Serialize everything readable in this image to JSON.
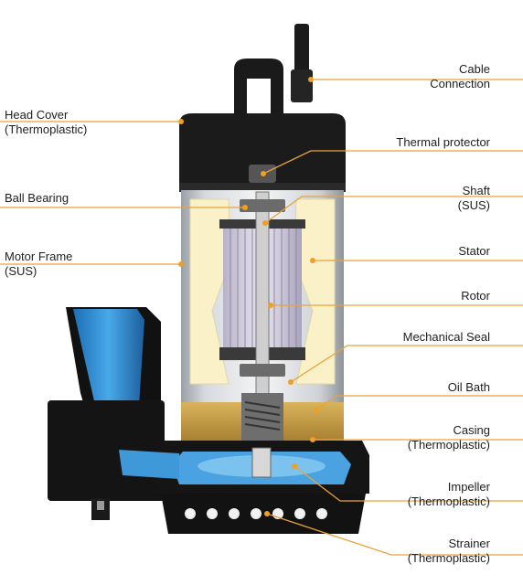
{
  "labels": {
    "head_cover": {
      "main": "Head Cover",
      "sub": "(Thermoplastic)"
    },
    "ball_bearing": {
      "main": "Ball Bearing"
    },
    "motor_frame": {
      "main": "Motor Frame",
      "sub": "(SUS)"
    },
    "cable_connection": {
      "main": "Cable",
      "sub": "Connection"
    },
    "thermal_protector": {
      "main": "Thermal protector"
    },
    "shaft": {
      "main": "Shaft",
      "sub": "(SUS)"
    },
    "stator": {
      "main": "Stator"
    },
    "rotor": {
      "main": "Rotor"
    },
    "mechanical_seal": {
      "main": "Mechanical Seal"
    },
    "oil_bath": {
      "main": "Oil Bath"
    },
    "casing": {
      "main": "Casing",
      "sub": "(Thermoplastic)"
    },
    "impeller": {
      "main": "Impeller",
      "sub": "(Thermoplastic)"
    },
    "strainer": {
      "main": "Strainer",
      "sub": "(Thermoplastic)"
    }
  },
  "colors": {
    "leader_line": "#e8a23c",
    "marker": "#f0a020",
    "housing": "#1a1a1a",
    "discharge": "#2f8fd6",
    "stator": "#fbf1c8",
    "rotor": "#d9d4e6",
    "oil_bath": "#c9a24a",
    "impeller": "#5ab0e6"
  }
}
